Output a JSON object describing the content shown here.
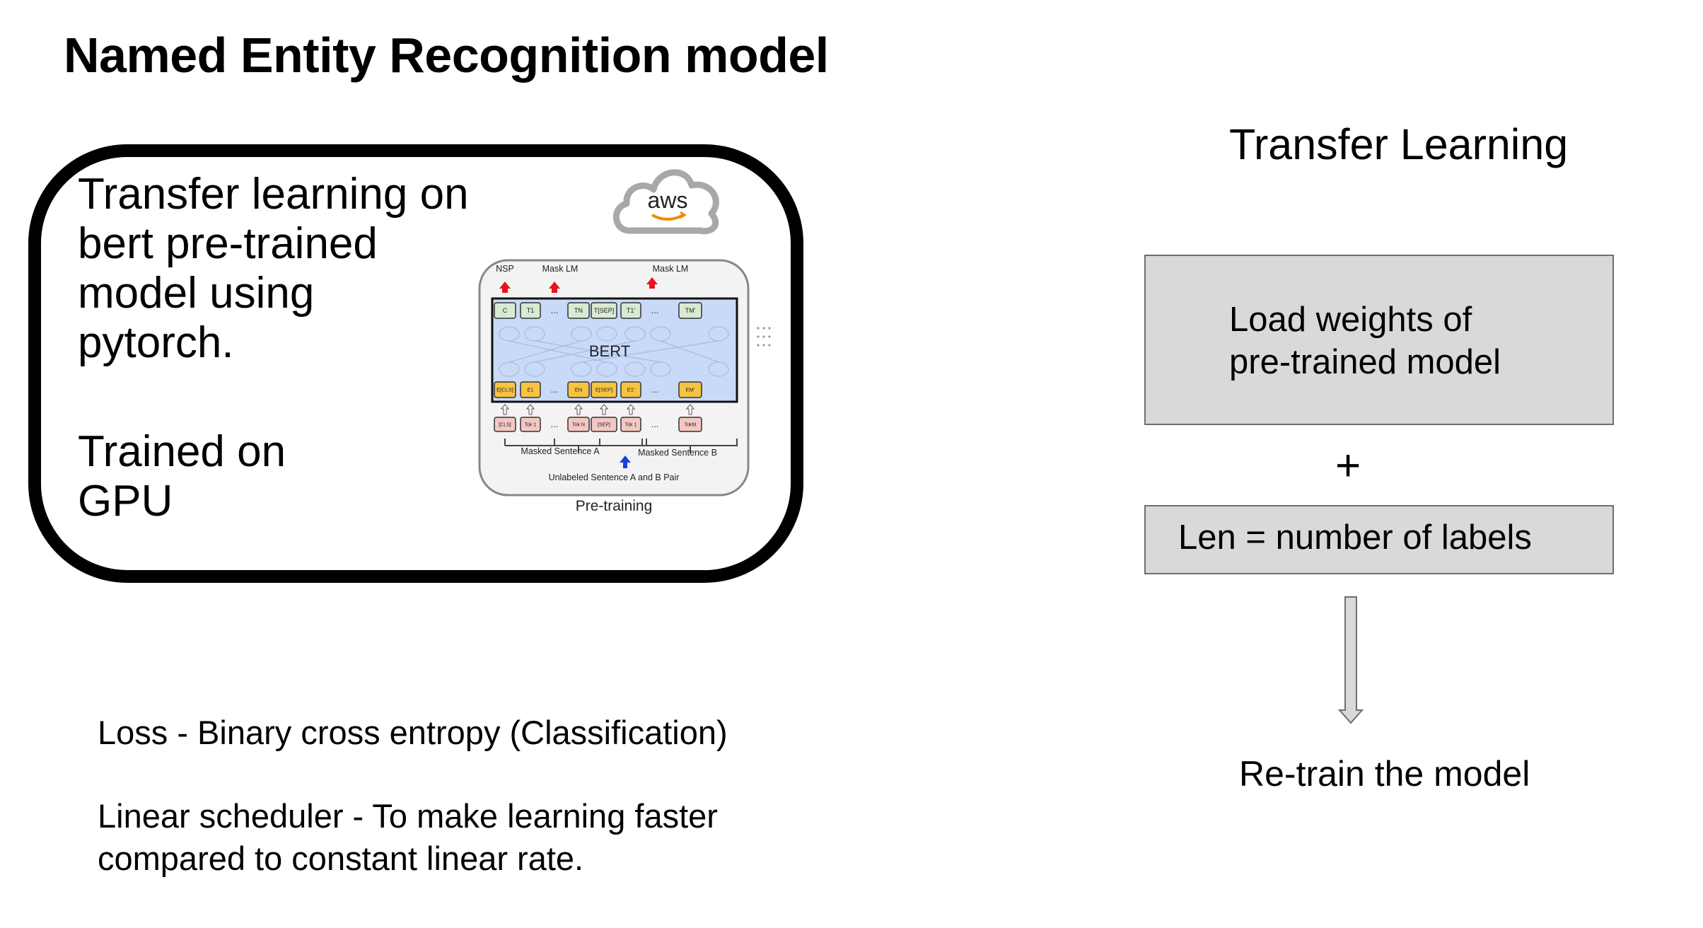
{
  "title": "Named Entity Recognition model",
  "card": {
    "line1": "Transfer learning on",
    "line2": "bert pre-trained",
    "line3": "model using",
    "line4": "pytorch.",
    "trained_line1": "Trained on",
    "trained_line2": "GPU",
    "logo_text": "aws"
  },
  "bert_figure": {
    "top_labels": [
      "NSP",
      "Mask LM",
      "Mask LM"
    ],
    "output_tokens": [
      "C",
      "T1",
      "...",
      "TN",
      "T[SEP]",
      "T1'",
      "...",
      "TM'"
    ],
    "model_label": "BERT",
    "embedding_tokens": [
      "E[CLS]",
      "E1",
      "...",
      "EN",
      "E[SEP]",
      "E1'",
      "...",
      "EM'"
    ],
    "input_tokens": [
      "[CLS]",
      "Tok 1",
      "...",
      "Tok N",
      "[SEP]",
      "Tok 1",
      "...",
      "TokM"
    ],
    "sentence_a": "Masked Sentence A",
    "sentence_b": "Masked Sentence B",
    "pair_label": "Unlabeled Sentence A and B Pair",
    "caption": "Pre-training",
    "colors": {
      "red_arrow": "#e8141c",
      "blue_arrow": "#1f3fd6",
      "output_box": "#d9ead3",
      "embed_box": "#f6c342",
      "input_box": "#f4c7c3",
      "model_bg": "#c9daf8"
    }
  },
  "notes": {
    "loss": "Loss - Binary cross entropy (Classification)",
    "scheduler_line1": "Linear scheduler - To make learning faster",
    "scheduler_line2": "compared to constant linear rate."
  },
  "right_panel": {
    "heading": "Transfer Learning",
    "box1_line1": "Load weights of",
    "box1_line2": "pre-trained model",
    "plus": "+",
    "box2": "Len = number of labels",
    "final": "Re-train the model",
    "box_fill": "#d9d9d9"
  }
}
